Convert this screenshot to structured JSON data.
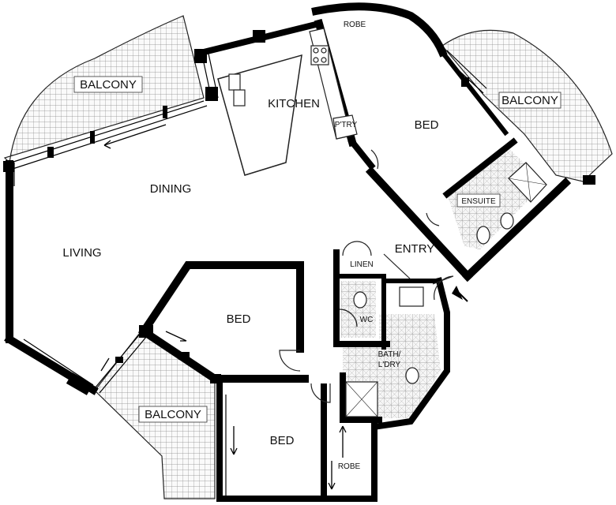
{
  "rooms": {
    "balcony_nw": "BALCONY",
    "kitchen": "KITCHEN",
    "robe_top": "ROBE",
    "pantry": "P'TRY",
    "bed_ne": "BED",
    "balcony_ne": "BALCONY",
    "ensuite": "ENSUITE",
    "dining": "DINING",
    "living": "LIVING",
    "entry": "ENTRY",
    "linen": "LINEN",
    "wc": "WC",
    "bath_line1": "BATH/",
    "bath_line2": "L'DRY",
    "bed_center": "BED",
    "balcony_sw": "BALCONY",
    "bed_south": "BED",
    "robe_south": "ROBE"
  },
  "colors": {
    "wall": "#000000",
    "tile": "#9a9a9a",
    "paper": "#ffffff"
  }
}
